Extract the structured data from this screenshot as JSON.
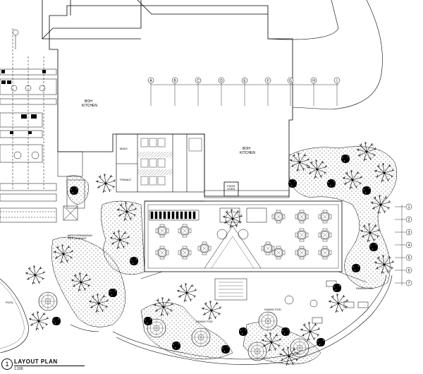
{
  "drawing": {
    "title_number": "1",
    "title": "LAYOUT PLAN",
    "scale": "1:100"
  },
  "labels": {
    "boh_kitchen_west": "BOH\nKITCHEN",
    "boh_kitchen_east": "BOH\nKITCHEN",
    "male": "MALE",
    "female": "FEMALE",
    "pizza_oven": "PIZZA\nOVEN",
    "dining_pod_1": "DINING POD",
    "dining_pod_2": "DINING POD",
    "dining_pod_3": "DINING POD",
    "pool": "POOL",
    "mediterranean": "MEDITERRANEAN\nRESTAURANT"
  },
  "grid": {
    "top_letters": [
      "A",
      "B",
      "C",
      "D",
      "E",
      "F",
      "G",
      "H",
      "I"
    ],
    "right_numbers": [
      "1",
      "2",
      "3",
      "4",
      "5",
      "6",
      "7"
    ]
  },
  "colors": {
    "line": "#000000",
    "background": "#ffffff"
  }
}
